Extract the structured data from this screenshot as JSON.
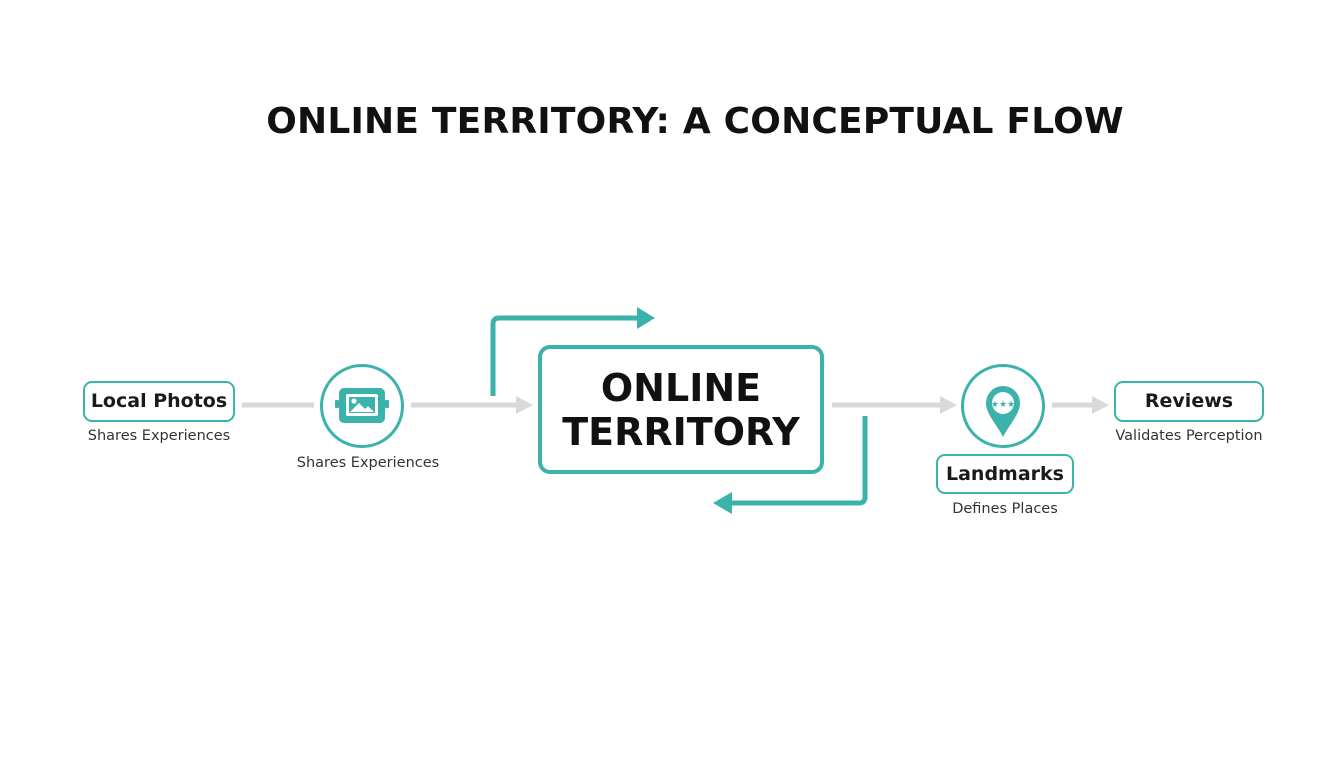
{
  "title": "ONLINE TERRITORY: A CONCEPTUAL FLOW",
  "colors": {
    "accent": "#3bb3aa",
    "connector": "#d9d9d9",
    "text": "#111111"
  },
  "nodes": {
    "local_photos": {
      "label": "Local Photos",
      "caption": "Shares Experiences"
    },
    "photo_icon": {
      "icon": "photo-frame-icon",
      "caption": "Shares Experiences"
    },
    "center": {
      "line1": "ONLINE",
      "line2": "TERRITORY"
    },
    "landmarks": {
      "icon": "map-pin-icon",
      "label": "Landmarks",
      "caption": "Defines Places"
    },
    "reviews": {
      "label": "Reviews",
      "caption": "Validates Perception"
    }
  }
}
